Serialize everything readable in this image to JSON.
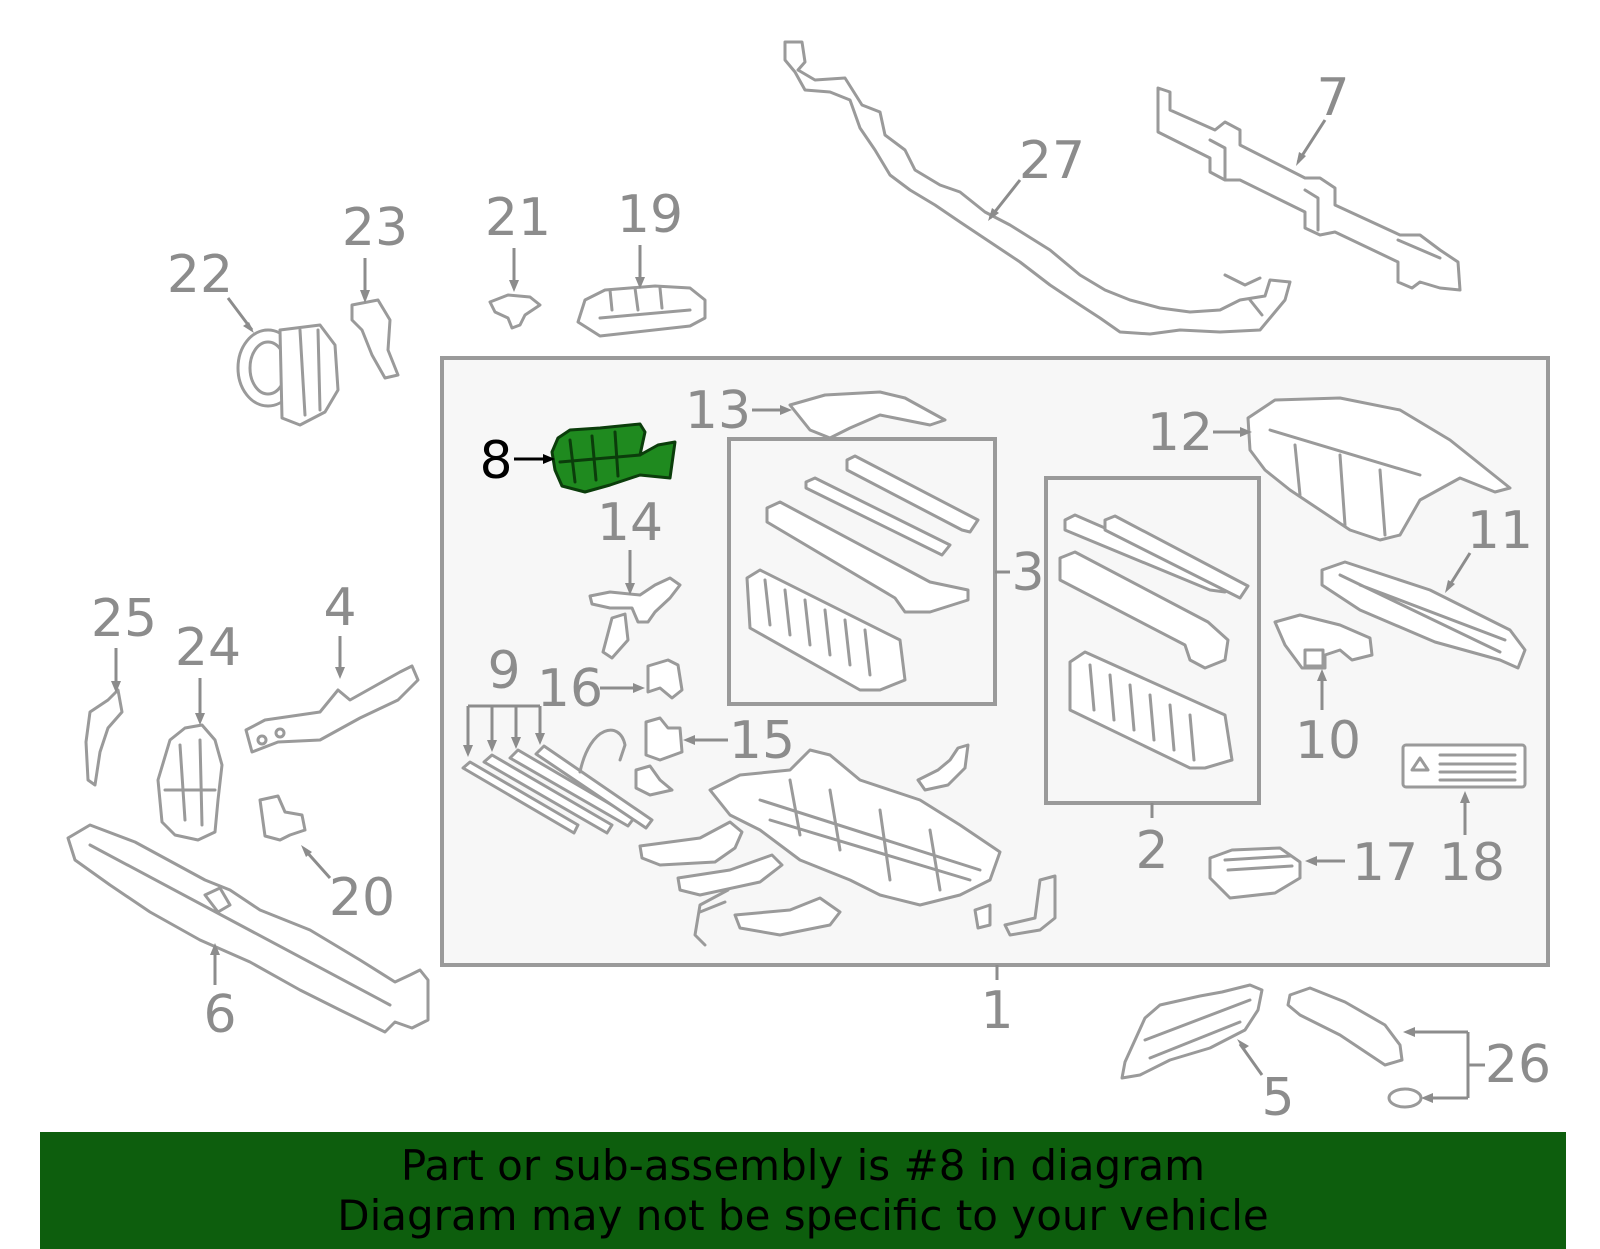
{
  "callouts": {
    "c1": "1",
    "c2": "2",
    "c3": "3",
    "c4": "4",
    "c5": "5",
    "c6": "6",
    "c7": "7",
    "c8": "8",
    "c9": "9",
    "c10": "10",
    "c11": "11",
    "c12": "12",
    "c13": "13",
    "c14": "14",
    "c15": "15",
    "c16": "16",
    "c17": "17",
    "c18": "18",
    "c19": "19",
    "c20": "20",
    "c21": "21",
    "c22": "22",
    "c23": "23",
    "c24": "24",
    "c25": "25",
    "c26": "26",
    "c27": "27"
  },
  "highlighted_part": "8",
  "colors": {
    "highlight_fill": "#1f8a1f",
    "banner_background": "#0d5e0d",
    "line_gray": "#9a9a9a"
  },
  "banner": {
    "line1": "Part or sub-assembly is #8 in diagram",
    "line2": "Diagram may not be specific to your vehicle"
  }
}
